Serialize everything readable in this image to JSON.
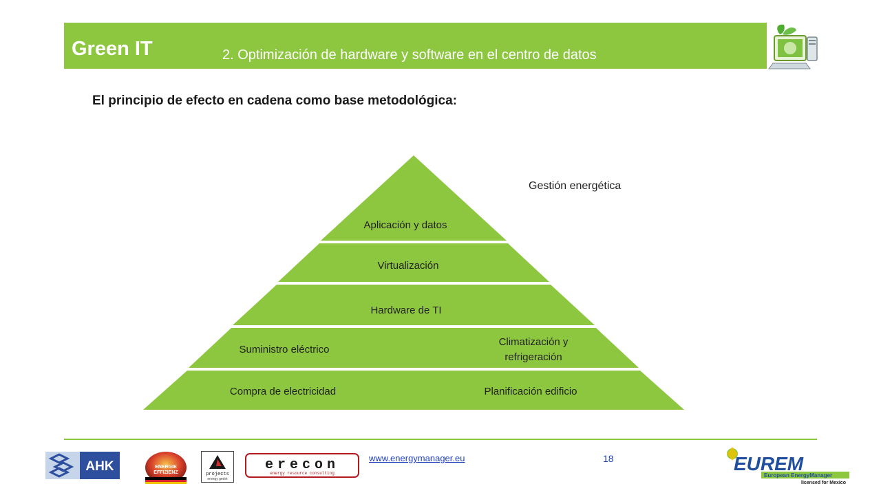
{
  "header": {
    "title": "Green IT",
    "subtitle": "2. Optimización de hardware y software en el centro de datos"
  },
  "intro": "El principio de efecto en cadena como base metodológica:",
  "pyramid": {
    "layers": [
      {
        "left": "Aplicación y datos",
        "right": ""
      },
      {
        "left": "Virtualización",
        "right": ""
      },
      {
        "left": "Hardware de TI",
        "right": ""
      },
      {
        "left": "Suministro eléctrico",
        "right_line1": "Climatización y",
        "right_line2": "refrigeración"
      },
      {
        "left": "Compra de electricidad",
        "right": "Planificación edificio"
      }
    ],
    "annotation": "Gestión energética"
  },
  "footer": {
    "link": "www.energymanager.eu",
    "page_number": "18",
    "logos": {
      "ahk": "AHK",
      "energie_line1": "ENERGIE",
      "energie_line2": "EFFIZIENZ",
      "projects": "projects",
      "projects_sub": "energy gmbh",
      "erecon": "erecon",
      "erecon_sub": "energy resource consulting",
      "eurem": "EUREM",
      "eurem_sub": "European EnergyManager",
      "eurem_sub2": "licensed for Mexico"
    }
  },
  "colors": {
    "accent_green": "#8dc63f",
    "link_blue": "#1f3fbf"
  }
}
